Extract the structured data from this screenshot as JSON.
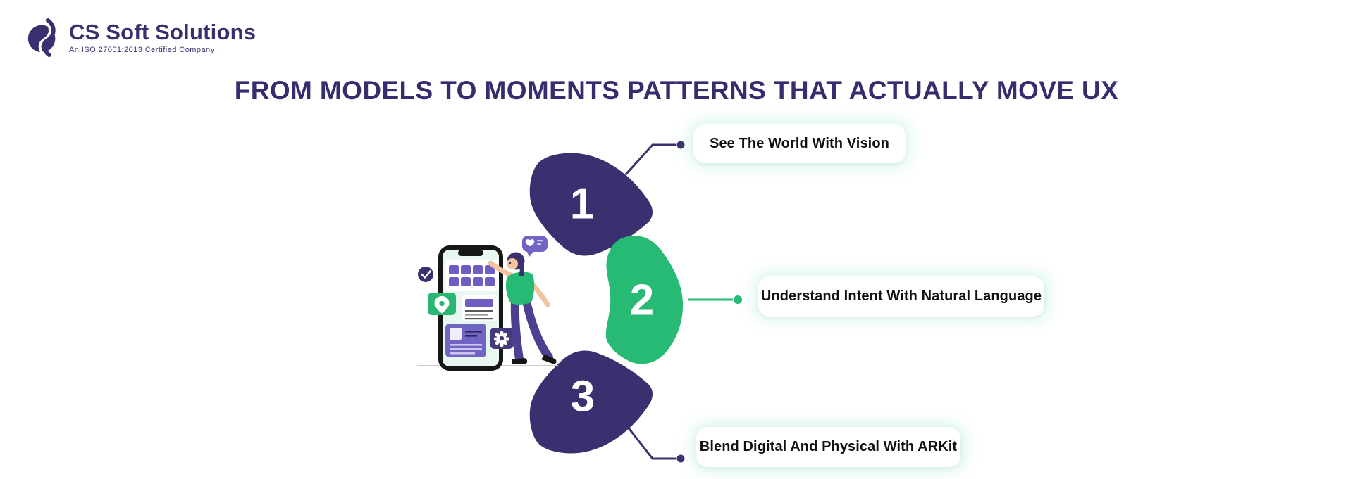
{
  "brand": {
    "name": "CS Soft Solutions",
    "tagline": "An ISO 27001:2013 Certified Company",
    "logo_icon": "cs-monogram-icon"
  },
  "title": "FROM MODELS TO MOMENTS PATTERNS THAT ACTUALLY MOVE UX",
  "steps": [
    {
      "number": "1",
      "label": "See The World With Vision",
      "accent": "#3B306F"
    },
    {
      "number": "2",
      "label": "Understand Intent With Natural Language",
      "accent": "#27BA74"
    },
    {
      "number": "3",
      "label": "Blend Digital And Physical With ARKit",
      "accent": "#3B306F"
    }
  ],
  "illustration_icons": [
    "check-icon",
    "location-pin-icon",
    "gear-icon",
    "heart-chat-bubble-icon",
    "app-grid-icon"
  ],
  "colors": {
    "background": "#FFFFFF",
    "title_text": "#342D6E",
    "dark_purple": "#3B306F",
    "green": "#27BA74",
    "medium_purple": "#7165C4",
    "screen_mint": "#E8F8F1",
    "step_number_text": "#FFFFFF",
    "card_text": "#101010",
    "card_background": "#FFFFFF"
  }
}
